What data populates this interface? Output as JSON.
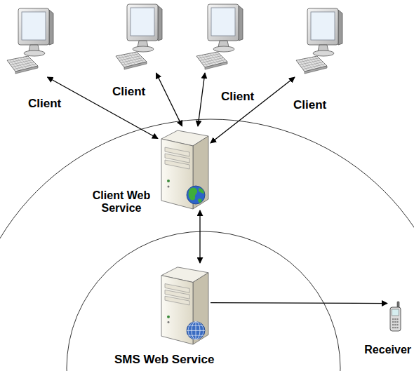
{
  "diagram": {
    "nodes": [
      {
        "text": [
          "Client"
        ]
      },
      {
        "text": [
          "Client"
        ]
      },
      {
        "text": [
          "Client"
        ]
      },
      {
        "text": [
          "Client"
        ]
      },
      {
        "text": [
          "Client Web Service"
        ]
      },
      {
        "text": [
          "SMS Web Service"
        ]
      },
      {
        "text": [
          "Receiver"
        ]
      }
    ],
    "edges": [
      {
        "from": 0,
        "to": 4,
        "arrow": "both"
      },
      {
        "from": 1,
        "to": 4,
        "arrow": "both"
      },
      {
        "from": 2,
        "to": 4,
        "arrow": "both"
      },
      {
        "from": 3,
        "to": 4,
        "arrow": "both"
      },
      {
        "from": 4,
        "to": 5,
        "arrow": "both"
      },
      {
        "from": 5,
        "to": 6,
        "arrow": "to"
      }
    ]
  }
}
